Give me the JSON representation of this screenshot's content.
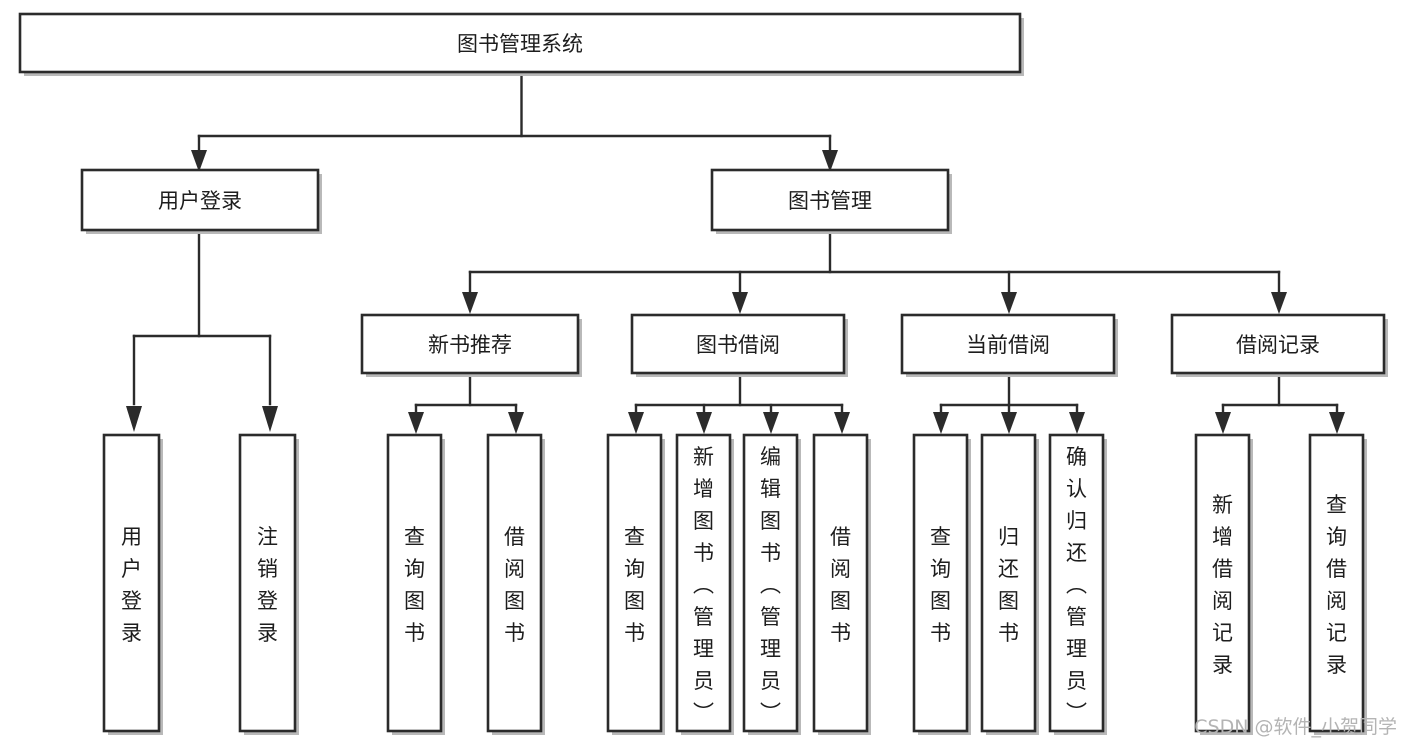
{
  "diagram": {
    "type": "tree-hierarchy",
    "title": "图书管理系统",
    "root": {
      "id": "root",
      "label": "图书管理系统",
      "orientation": "horizontal"
    },
    "level2": [
      {
        "id": "user-login",
        "label": "用户登录",
        "orientation": "horizontal"
      },
      {
        "id": "book-management",
        "label": "图书管理",
        "orientation": "horizontal"
      }
    ],
    "level3": [
      {
        "id": "new-book-recommend",
        "label": "新书推荐",
        "orientation": "horizontal",
        "parent": "book-management"
      },
      {
        "id": "book-borrow",
        "label": "图书借阅",
        "orientation": "horizontal",
        "parent": "book-management"
      },
      {
        "id": "current-borrow",
        "label": "当前借阅",
        "orientation": "horizontal",
        "parent": "book-management"
      },
      {
        "id": "borrow-record",
        "label": "借阅记录",
        "orientation": "horizontal",
        "parent": "book-management"
      }
    ],
    "leaves": [
      {
        "id": "leaf-user-login",
        "label": "用户登录",
        "orientation": "vertical",
        "parent": "user-login"
      },
      {
        "id": "leaf-logout-login",
        "label": "注销登录",
        "orientation": "vertical",
        "parent": "user-login"
      },
      {
        "id": "leaf-query-book-1",
        "label": "查询图书",
        "orientation": "vertical",
        "parent": "new-book-recommend"
      },
      {
        "id": "leaf-borrow-book-1",
        "label": "借阅图书",
        "orientation": "vertical",
        "parent": "new-book-recommend"
      },
      {
        "id": "leaf-query-book-2",
        "label": "查询图书",
        "orientation": "vertical",
        "parent": "book-borrow"
      },
      {
        "id": "leaf-add-book-admin",
        "label": "新增图书（管理员）",
        "orientation": "vertical",
        "parent": "book-borrow"
      },
      {
        "id": "leaf-edit-book-admin",
        "label": "编辑图书（管理员）",
        "orientation": "vertical",
        "parent": "book-borrow"
      },
      {
        "id": "leaf-borrow-book-2",
        "label": "借阅图书",
        "orientation": "vertical",
        "parent": "book-borrow"
      },
      {
        "id": "leaf-query-book-3",
        "label": "查询图书",
        "orientation": "vertical",
        "parent": "current-borrow"
      },
      {
        "id": "leaf-return-book",
        "label": "归还图书",
        "orientation": "vertical",
        "parent": "current-borrow"
      },
      {
        "id": "leaf-confirm-return-admin",
        "label": "确认归还（管理员）",
        "orientation": "vertical",
        "parent": "current-borrow"
      },
      {
        "id": "leaf-add-borrow-record",
        "label": "新增借阅记录",
        "orientation": "vertical",
        "parent": "borrow-record"
      },
      {
        "id": "leaf-query-borrow-record",
        "label": "查询借阅记录",
        "orientation": "vertical",
        "parent": "borrow-record"
      }
    ]
  },
  "watermark": {
    "text": "CSDN @软件_小贺同学"
  },
  "colors": {
    "box_stroke": "#2b2b2b",
    "box_fill": "#ffffff",
    "text": "#1d1d1d",
    "connector": "#2b2b2b",
    "shadow": "#b9b9b9",
    "watermark": "#b4b4b4",
    "background": "#ffffff"
  }
}
